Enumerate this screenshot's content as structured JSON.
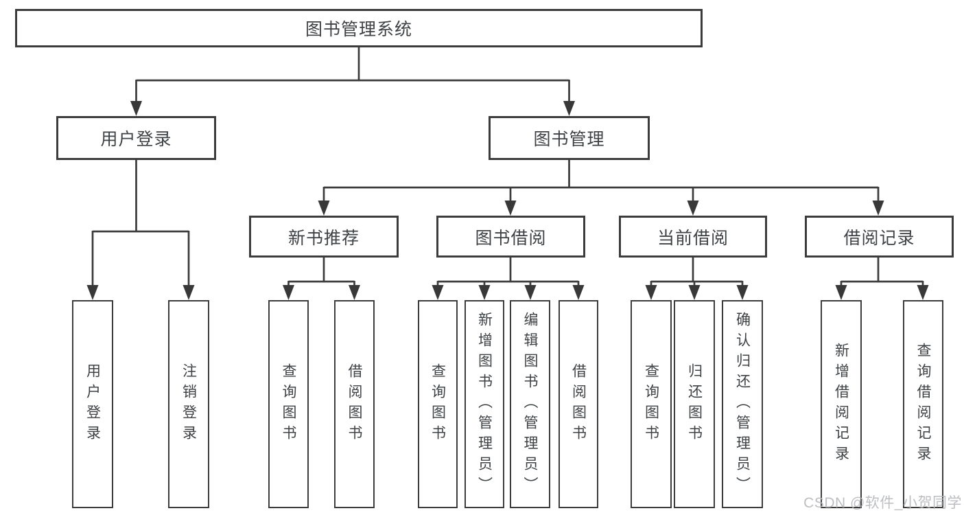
{
  "diagram": {
    "title": "图书管理系统",
    "watermark": "CSDN @软件_小贺同学",
    "colors": {
      "line": "#3c3c3c",
      "node_border": "#3c3c3c",
      "text": "#3e4245",
      "background": "#ffffff",
      "watermark": "#b5b8bc"
    },
    "nodes": {
      "root": "图书管理系统",
      "user_login": "用户登录",
      "book_mgmt": "图书管理",
      "new_book_rec": "新书推荐",
      "book_borrow": "图书借阅",
      "current_borrow": "当前借阅",
      "borrow_records": "借阅记录",
      "leaf_user_login": "用户登录",
      "leaf_logout": "注销登录",
      "leaf_rec_query": "查询图书",
      "leaf_rec_borrow": "借阅图书",
      "leaf_bb_query": "查询图书",
      "leaf_bb_add": "新增图书（管理员）",
      "leaf_bb_edit": "编辑图书（管理员）",
      "leaf_bb_borrow": "借阅图书",
      "leaf_cb_query": "查询图书",
      "leaf_cb_return": "归还图书",
      "leaf_cb_confirm": "确认归还（管理员）",
      "leaf_br_add": "新增借阅记录",
      "leaf_br_query": "查询借阅记录"
    },
    "edges": [
      {
        "from": "root",
        "to": [
          "user_login",
          "book_mgmt"
        ]
      },
      {
        "from": "user_login",
        "to": [
          "leaf_user_login",
          "leaf_logout"
        ]
      },
      {
        "from": "book_mgmt",
        "to": [
          "new_book_rec",
          "book_borrow",
          "current_borrow",
          "borrow_records"
        ]
      },
      {
        "from": "new_book_rec",
        "to": [
          "leaf_rec_query",
          "leaf_rec_borrow"
        ]
      },
      {
        "from": "book_borrow",
        "to": [
          "leaf_bb_query",
          "leaf_bb_add",
          "leaf_bb_edit",
          "leaf_bb_borrow"
        ]
      },
      {
        "from": "current_borrow",
        "to": [
          "leaf_cb_query",
          "leaf_cb_return",
          "leaf_cb_confirm"
        ]
      },
      {
        "from": "borrow_records",
        "to": [
          "leaf_br_add",
          "leaf_br_query"
        ]
      }
    ]
  }
}
